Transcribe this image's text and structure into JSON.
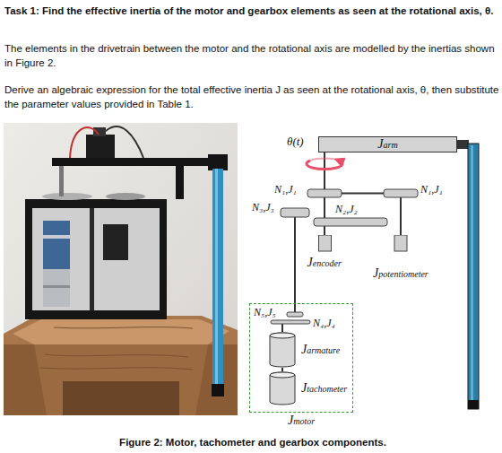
{
  "diagram": {
    "title": "Task 1: Find the effective inertia of the motor and gearbox elements as seen at the rotational axis, θ.",
    "caption": "Figure 2: Motor, tachometer and gearbox components.",
    "nodes": [
      {
        "text": [
          "Jarm"
        ]
      },
      {
        "text": [
          "Jencoder"
        ]
      },
      {
        "text": [
          "Jpotentiometer"
        ]
      },
      {
        "text": [
          "Jmotor"
        ]
      },
      {
        "text": [
          "Jarmature"
        ],
        "in": 3
      },
      {
        "text": [
          "Jtachometer"
        ],
        "in": 3
      }
    ],
    "edges": [
      {
        "from": 4,
        "to": 5,
        "arrow": "none"
      }
    ],
    "labels": [
      "The elements in the drivetrain between the motor and the rotational axis are modelled by the inertias shown in Figure 2.",
      "Derive an algebraic expression for the total effective inertia J as seen at the rotational axis, θ, then substitute the parameter values provided in Table 1.",
      "θ(t)",
      "N₁,J₁",
      "N₁,J₁",
      "N₂,J₂",
      "N₃,J₃",
      "N₅,J₅",
      "N₄,J₄"
    ]
  }
}
